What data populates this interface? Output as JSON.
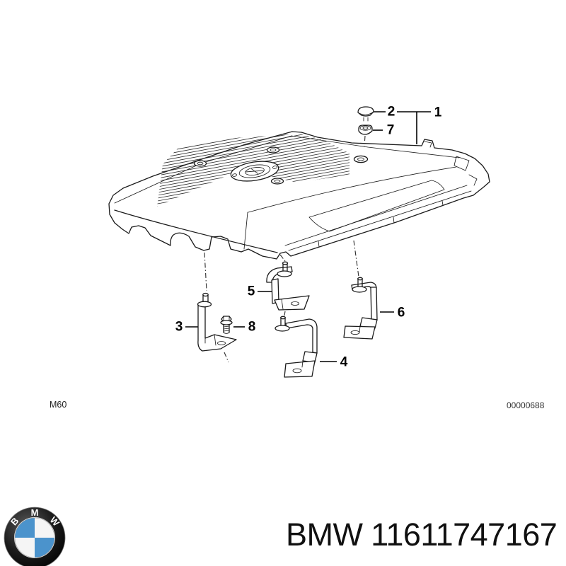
{
  "diagram": {
    "engine_code": "M60",
    "diagram_number": "00000688",
    "callouts": [
      {
        "label": "1"
      },
      {
        "label": "2"
      },
      {
        "label": "3"
      },
      {
        "label": "4"
      },
      {
        "label": "5"
      },
      {
        "label": "6"
      },
      {
        "label": "7"
      },
      {
        "label": "8"
      }
    ]
  },
  "footer": {
    "brand": "BMW",
    "part_number": "11611747167",
    "logo": {
      "letters": [
        "B",
        "M",
        "W"
      ],
      "ring_color": "#161616",
      "blue": "#4b93cc"
    }
  },
  "colors": {
    "background": "#ffffff",
    "line_art": "#1a1a1a",
    "text": "#000000"
  }
}
